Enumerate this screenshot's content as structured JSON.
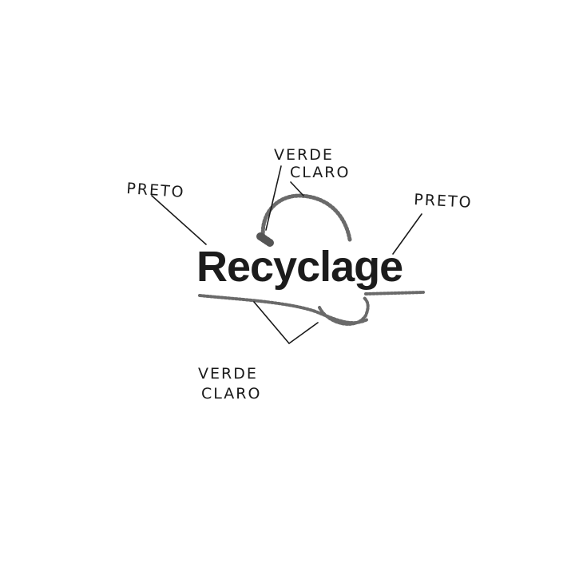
{
  "logo": {
    "wordmark": "Recyclage",
    "dark_color": "#1c1c1c",
    "light_green_color": "#555555"
  },
  "callouts": {
    "top_left": "PRETO",
    "top_center_line1": "VERDE",
    "top_center_line2": "CLARO",
    "right": "PRETO",
    "bottom_line1": "VERDE",
    "bottom_line2": "CLARO"
  }
}
